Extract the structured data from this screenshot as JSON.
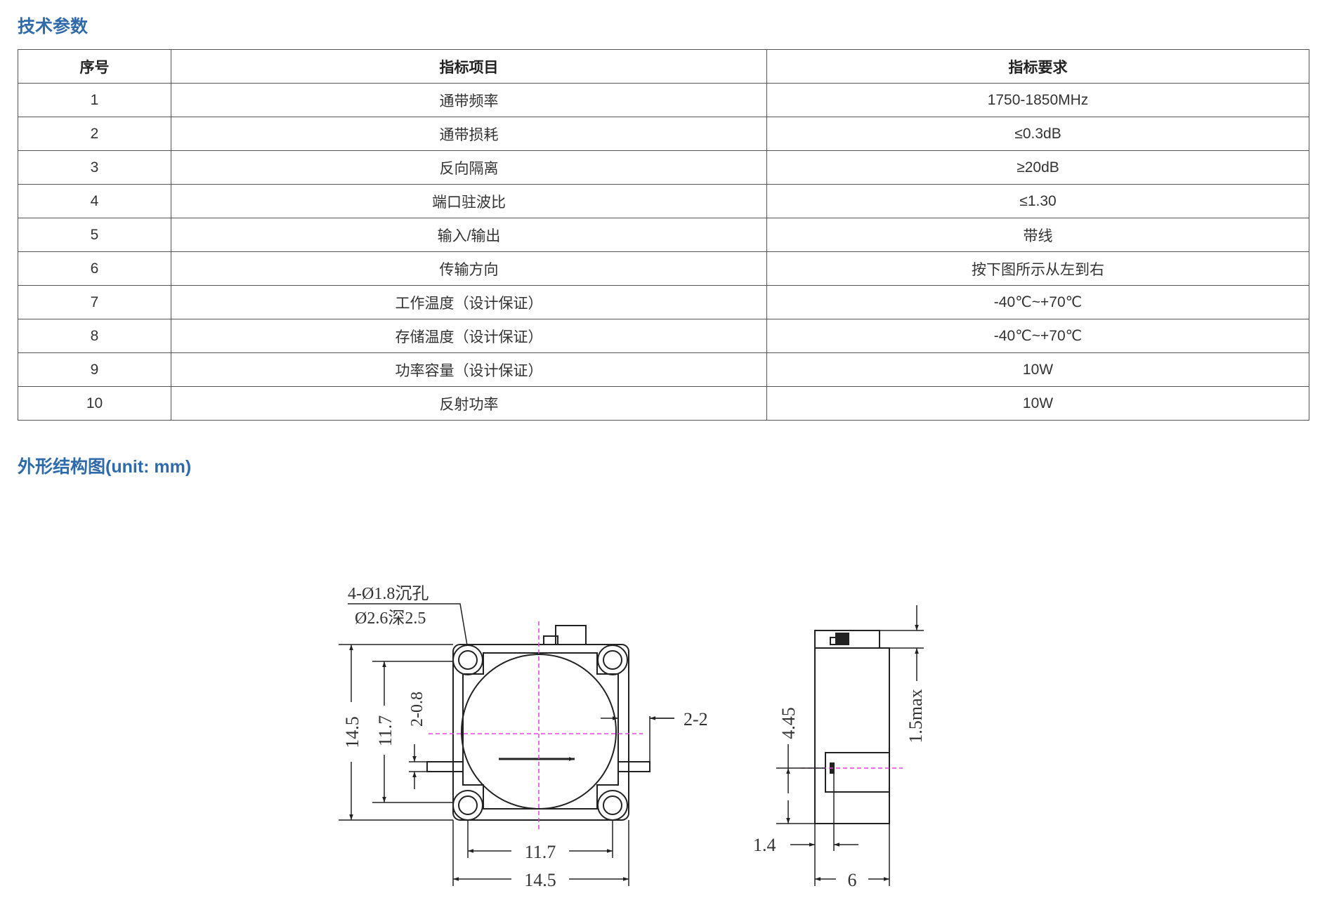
{
  "sections": {
    "params_title": "技术参数",
    "outline_title": "外形结构图(unit: mm)"
  },
  "table": {
    "headers": [
      "序号",
      "指标项目",
      "指标要求"
    ],
    "rows": [
      [
        "1",
        "通带频率",
        "1750-1850MHz"
      ],
      [
        "2",
        "通带损耗",
        "≤0.3dB"
      ],
      [
        "3",
        "反向隔离",
        "≥20dB"
      ],
      [
        "4",
        "端口驻波比",
        "≤1.30"
      ],
      [
        "5",
        "输入/输出",
        "带线"
      ],
      [
        "6",
        "传输方向",
        "按下图所示从左到右"
      ],
      [
        "7",
        "工作温度（设计保证）",
        "-40℃~+70℃"
      ],
      [
        "8",
        "存储温度（设计保证）",
        "-40℃~+70℃"
      ],
      [
        "9",
        "功率容量（设计保证）",
        "10W"
      ],
      [
        "10",
        "反射功率",
        "10W"
      ]
    ]
  },
  "drawing": {
    "hole_note_line1": "4-Ø1.8沉孔",
    "hole_note_line2": "Ø2.6深2.5",
    "dim_height_outer": "14.5",
    "dim_height_inner": "11.7",
    "dim_tab_height": "2-0.8",
    "dim_tab_width": "2-2",
    "dim_width_inner": "11.7",
    "dim_width_outer": "14.5",
    "side_dim_height": "4.45",
    "side_dim_top": "1.5max",
    "side_dim_offset": "1.4",
    "side_dim_width": "6",
    "colors": {
      "line": "#222222",
      "centerline": "#e040e0",
      "title": "#2f6bab"
    }
  }
}
